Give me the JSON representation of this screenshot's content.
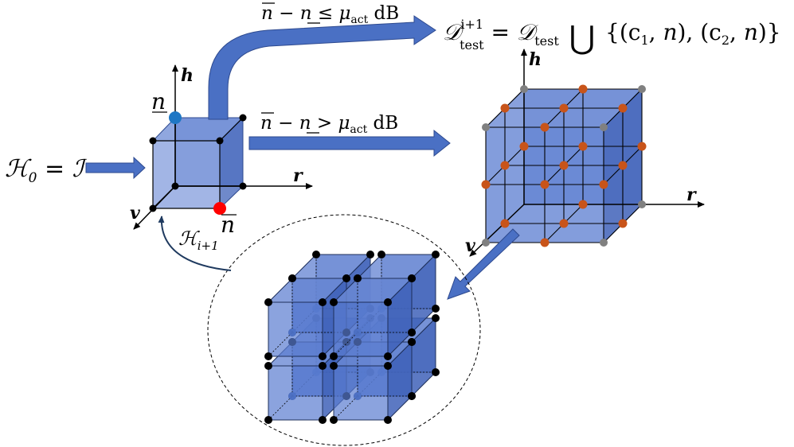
{
  "labels": {
    "h0_lhs": "ℋ",
    "h0_sub": "0",
    "h0_rhs": " = ℐ",
    "n_upper": "n",
    "n_lower": "n",
    "axis_h": "h",
    "axis_r": "r",
    "axis_v": "v",
    "cond_le_a": "n",
    "cond_le_b": " − ",
    "cond_le_c": "n",
    "cond_le_d": " ≤ μ",
    "cond_le_sub": "act",
    "cond_le_unit": " dB",
    "cond_gt_a": "n",
    "cond_gt_b": " − ",
    "cond_gt_c": "n",
    "cond_gt_d": " > μ",
    "cond_gt_sub": "act",
    "cond_gt_unit": " dB",
    "dtest_lhs": "𝒟",
    "dtest_sup": "i+1",
    "dtest_sub": "test",
    "dtest_eq": " = 𝒟",
    "dtest_sub2": "test",
    "dtest_union": " ⋃ ",
    "dtest_set": "{(c",
    "dtest_c1": "1",
    "dtest_mid1": ", ",
    "dtest_nbar": "n",
    "dtest_mid2": "), (c",
    "dtest_c2": "2",
    "dtest_mid3": ", ",
    "dtest_nund": "n",
    "dtest_end": ")}",
    "h_next": "ℋ",
    "h_next_sub": "i+1"
  },
  "colors": {
    "cube_fill": "#4f73c9",
    "cube_stroke": "#2e4a8f",
    "arrow_fill": "#4a70c4",
    "point_black": "#000000",
    "point_orange": "#c8541a",
    "point_gray": "#808080",
    "point_blue": "#1f77c4",
    "point_red": "#ff0000",
    "curve_arrow": "#1f3a5f"
  }
}
